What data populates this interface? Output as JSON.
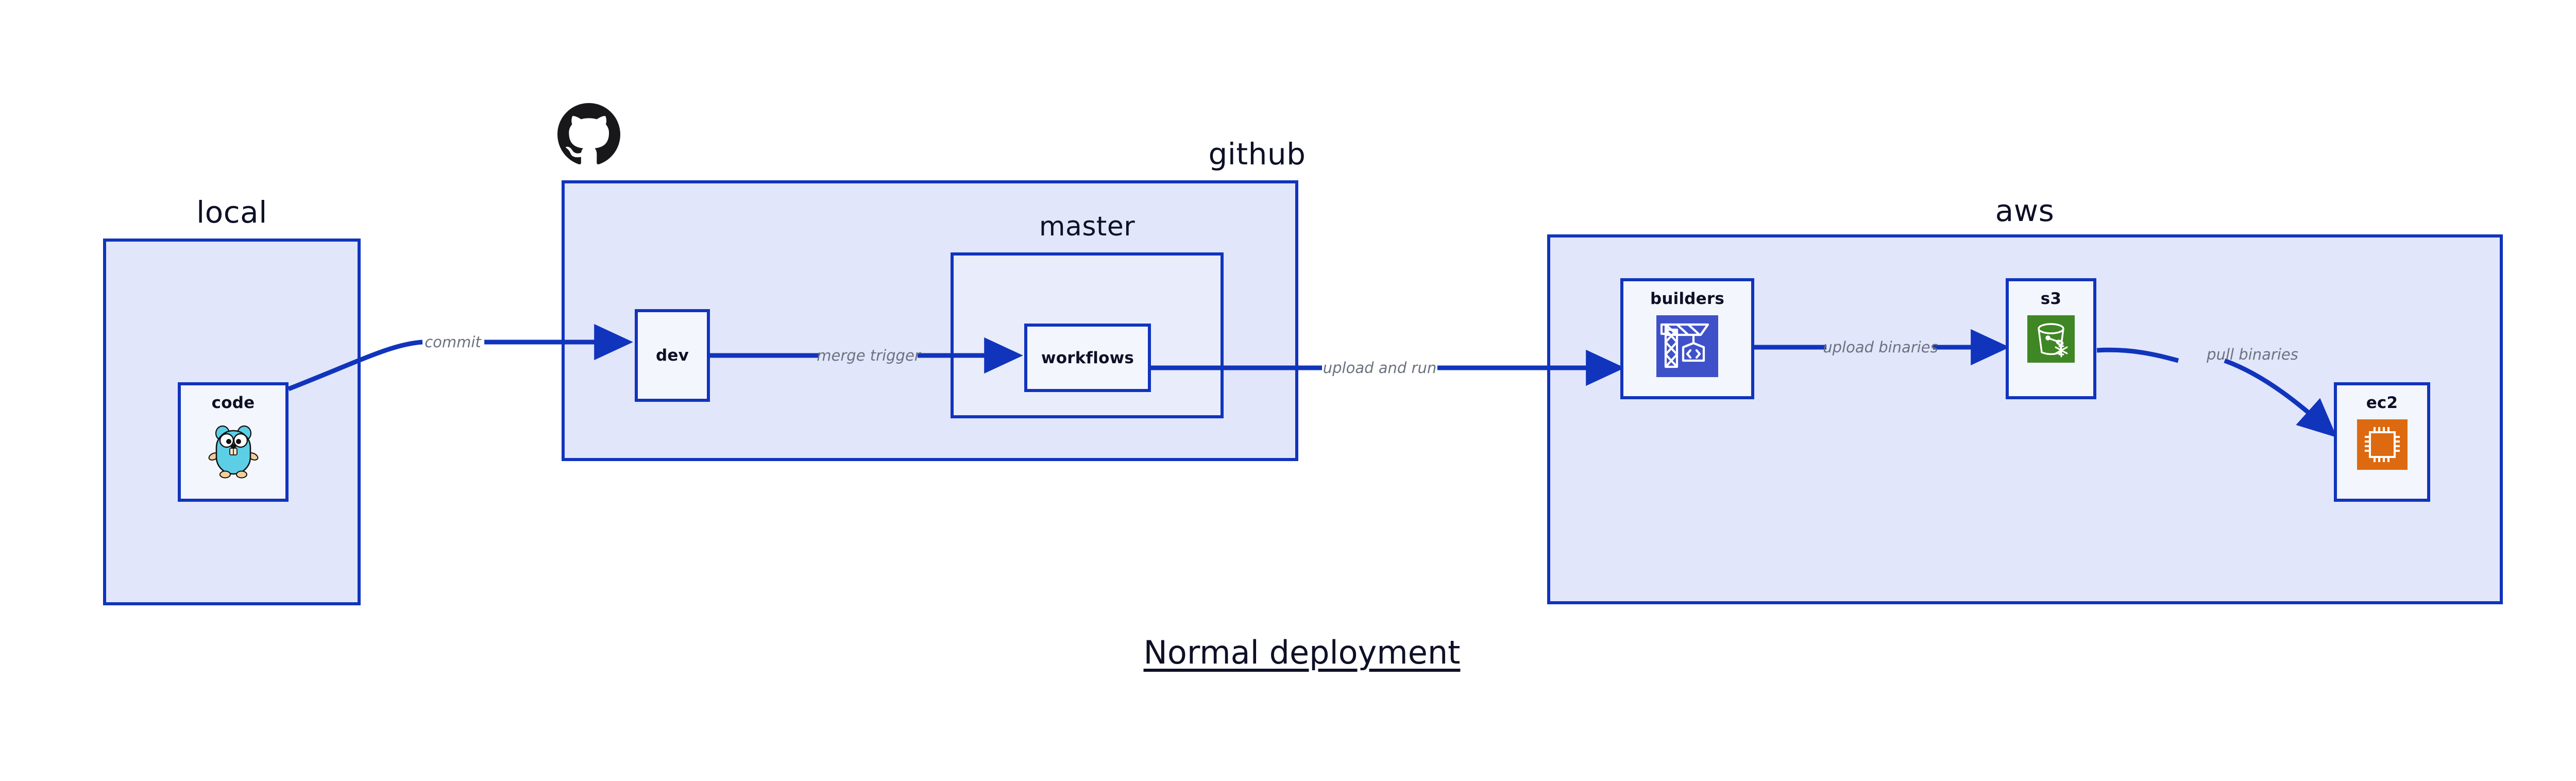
{
  "title": "Normal deployment",
  "colors": {
    "group_fill": "#e1e6fa",
    "group_border": "#1134bd",
    "node_fill": "#f4f6fd",
    "node_border": "#1134bd",
    "edge_stroke": "#1134bd",
    "edge_label_text": "#6b7280",
    "node_label_text": "#0d1026",
    "builders_icon_bg": "#3f51c8",
    "s3_icon_bg": "#3f8624",
    "ec2_icon_bg": "#dd6a10",
    "gopher_body": "#5ccfe6",
    "github_logo": "#18181b"
  },
  "groups": [
    {
      "id": "local",
      "label": "local"
    },
    {
      "id": "github",
      "label": "github"
    },
    {
      "id": "master",
      "label": "master"
    },
    {
      "id": "aws",
      "label": "aws"
    }
  ],
  "nodes": [
    {
      "id": "code",
      "label": "code",
      "icon": "go-gopher-icon"
    },
    {
      "id": "dev",
      "label": "dev",
      "icon": null
    },
    {
      "id": "workflows",
      "label": "workflows",
      "icon": null
    },
    {
      "id": "builders",
      "label": "builders",
      "icon": "aws-builders-crane-icon"
    },
    {
      "id": "s3",
      "label": "s3",
      "icon": "aws-s3-bucket-icon"
    },
    {
      "id": "ec2",
      "label": "ec2",
      "icon": "aws-ec2-chip-icon"
    }
  ],
  "edges": [
    {
      "id": "code-to-dev",
      "label": "commit",
      "from": "code",
      "to": "dev"
    },
    {
      "id": "dev-to-workflows",
      "label": "merge trigger",
      "from": "dev",
      "to": "workflows"
    },
    {
      "id": "workflows-to-builders",
      "label": "upload and run",
      "from": "workflows",
      "to": "builders"
    },
    {
      "id": "builders-to-s3",
      "label": "upload binaries",
      "from": "builders",
      "to": "s3"
    },
    {
      "id": "s3-to-ec2",
      "label": "pull binaries",
      "from": "s3",
      "to": "ec2"
    }
  ],
  "logos": [
    {
      "id": "github-octocat",
      "name": "github-octocat-logo"
    }
  ]
}
